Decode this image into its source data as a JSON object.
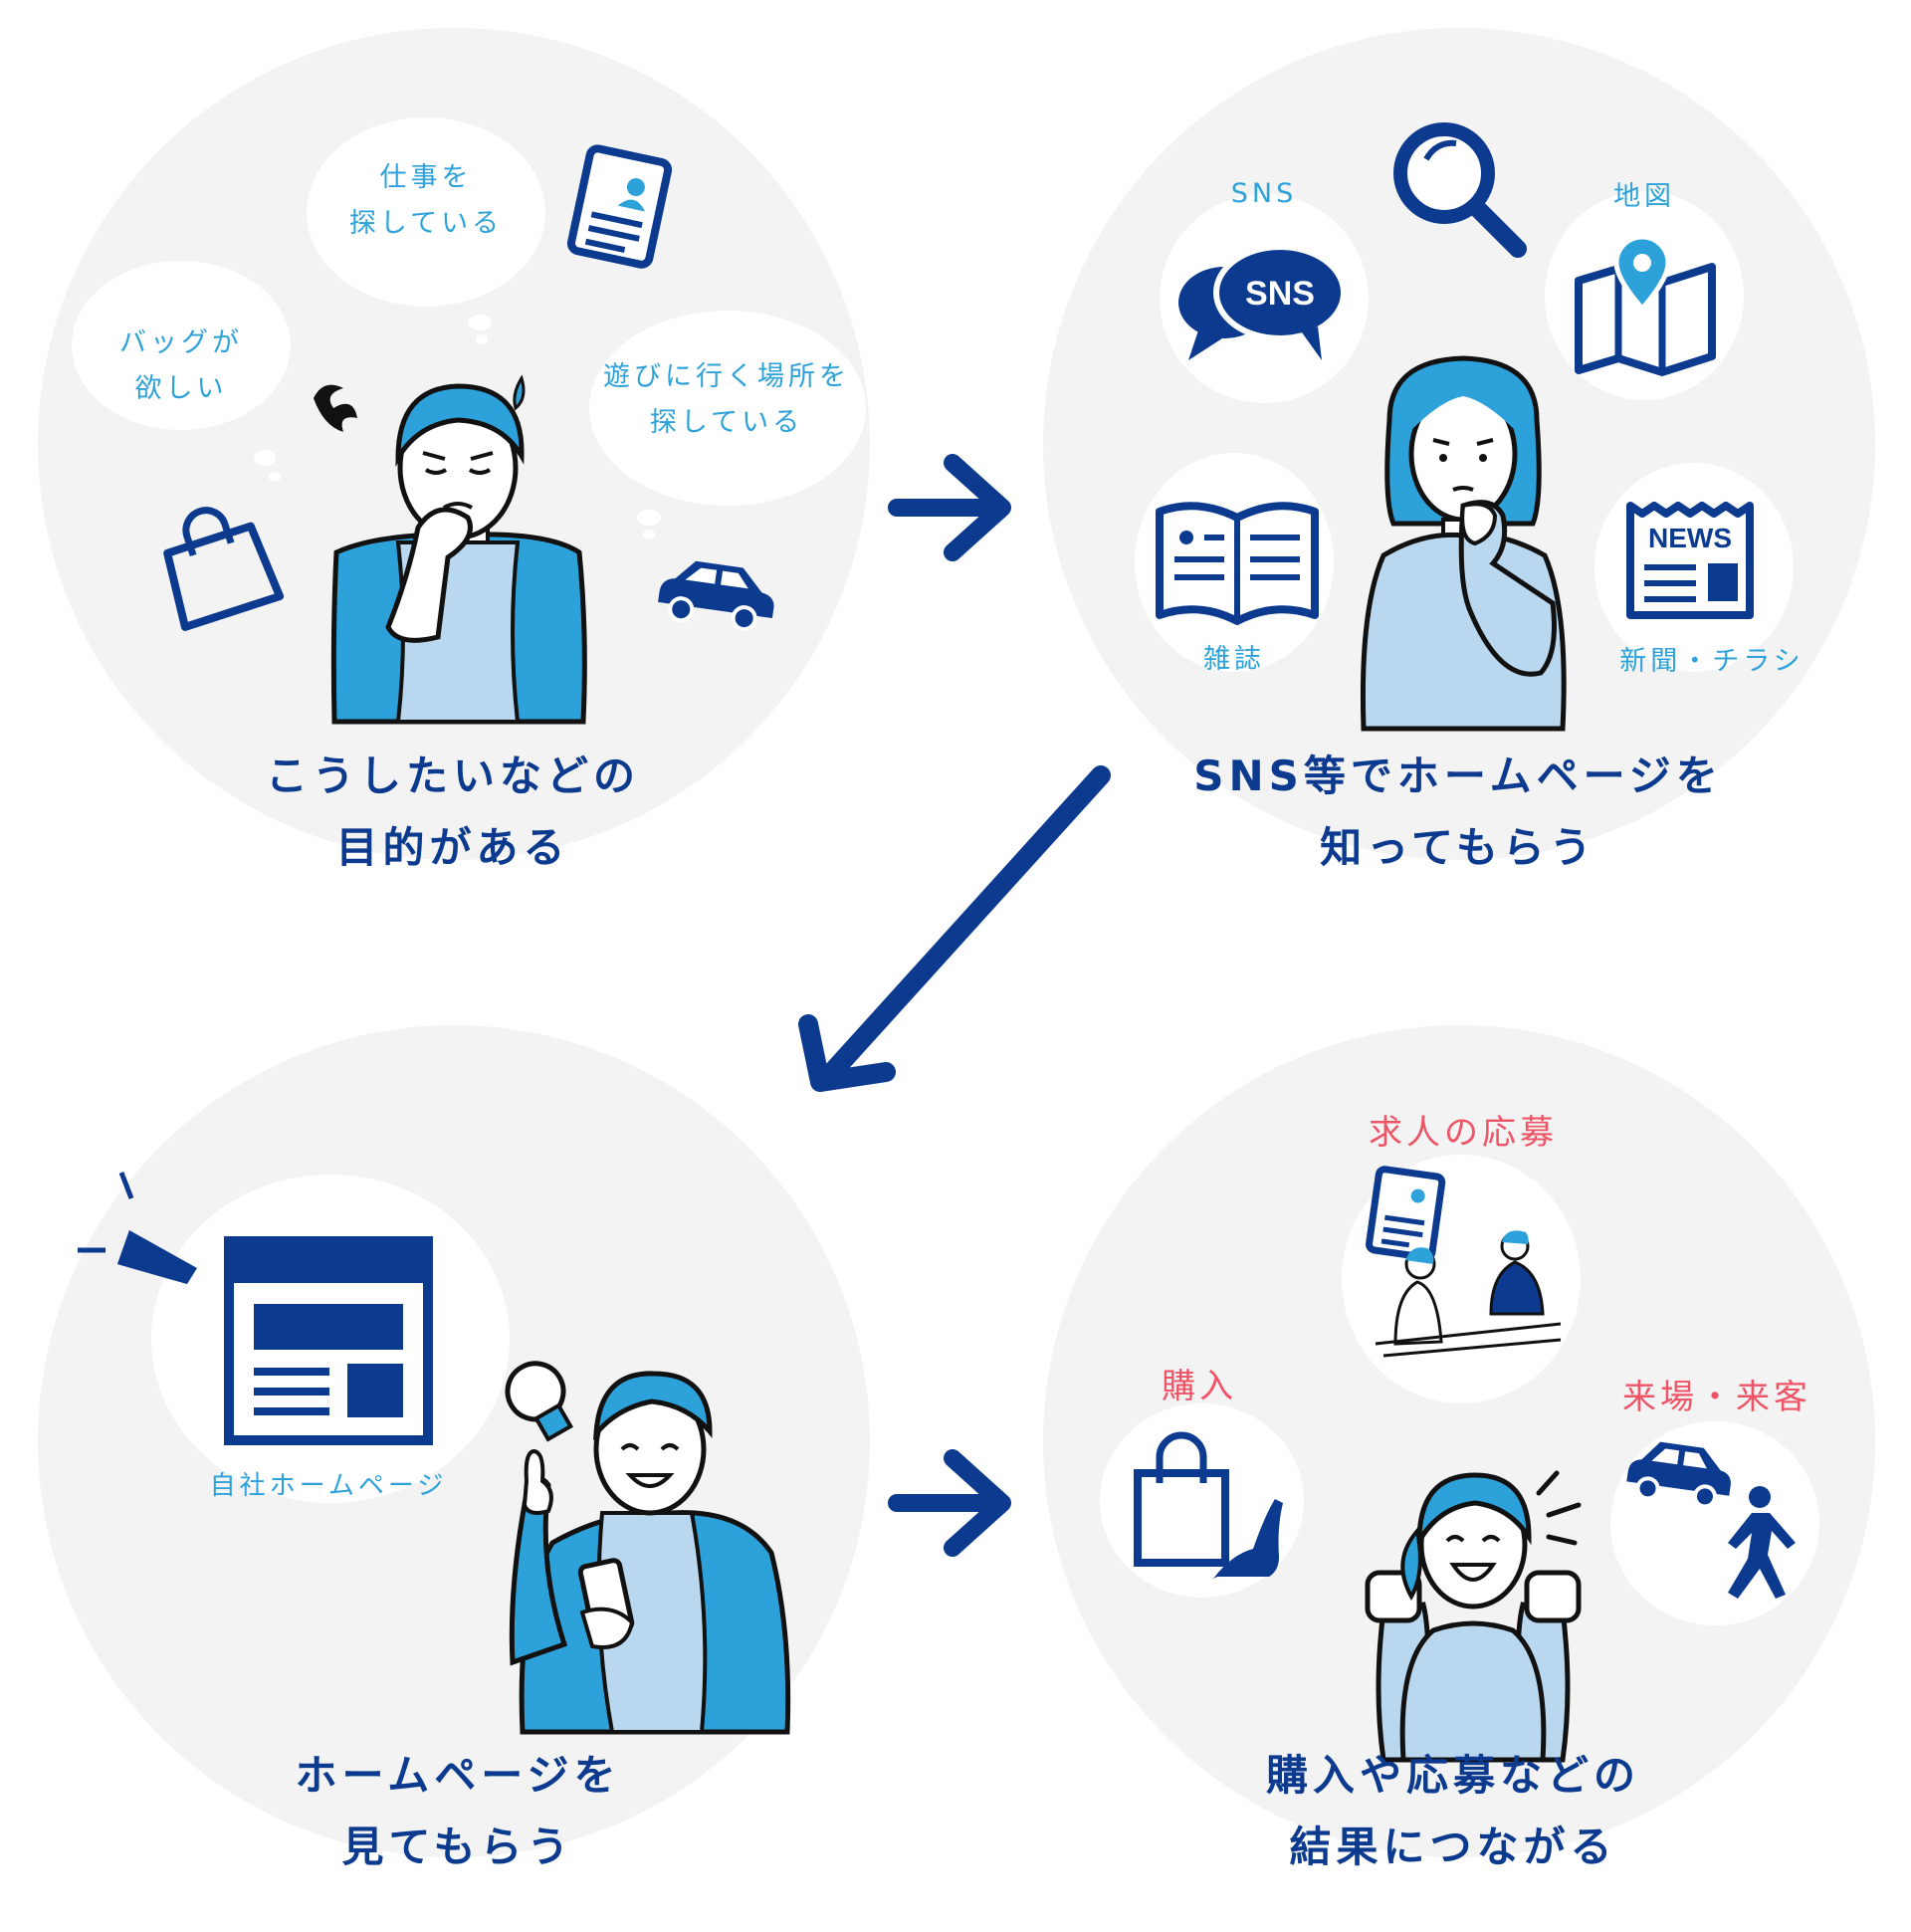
{
  "colors": {
    "navy": "#0b3a8f",
    "blue": "#2da2da",
    "red": "#ef5466",
    "circle_bg": "#f3f3f3"
  },
  "steps": [
    {
      "caption": "こうしたいなどの\n目的がある",
      "thoughts": [
        "バッグが\n欲しい",
        "仕事を\n探している",
        "遊びに行く場所を\n探している"
      ],
      "icons": [
        "shopping-bag-icon",
        "resume-icon",
        "car-icon",
        "worried-man-illustration"
      ]
    },
    {
      "caption": "SNS等でホームページを\n知ってもらう",
      "labels": {
        "sns_caption": "SNS",
        "sns_icon_text": "SNS",
        "map": "地図",
        "magazine": "雑誌",
        "news_icon_text": "NEWS",
        "newspaper": "新聞・チラシ"
      },
      "icons": [
        "sns-chat-icon",
        "magnifier-icon",
        "map-pin-icon",
        "magazine-icon",
        "newspaper-icon",
        "thinking-woman-illustration"
      ]
    },
    {
      "caption": "ホームページを\n見てもらう",
      "labels": {
        "homepage": "自社ホームページ"
      },
      "icons": [
        "webpage-icon",
        "lightbulb-icon",
        "smartphone-man-illustration"
      ]
    },
    {
      "caption": "購入や応募などの\n結果につながる",
      "labels": {
        "job_application": "求人の応募",
        "purchase": "購入",
        "visit": "来場・来客"
      },
      "icons": [
        "interview-illustration",
        "shopping-bag-icon",
        "high-heel-icon",
        "car-icon",
        "walking-person-icon",
        "happy-woman-illustration"
      ]
    }
  ]
}
